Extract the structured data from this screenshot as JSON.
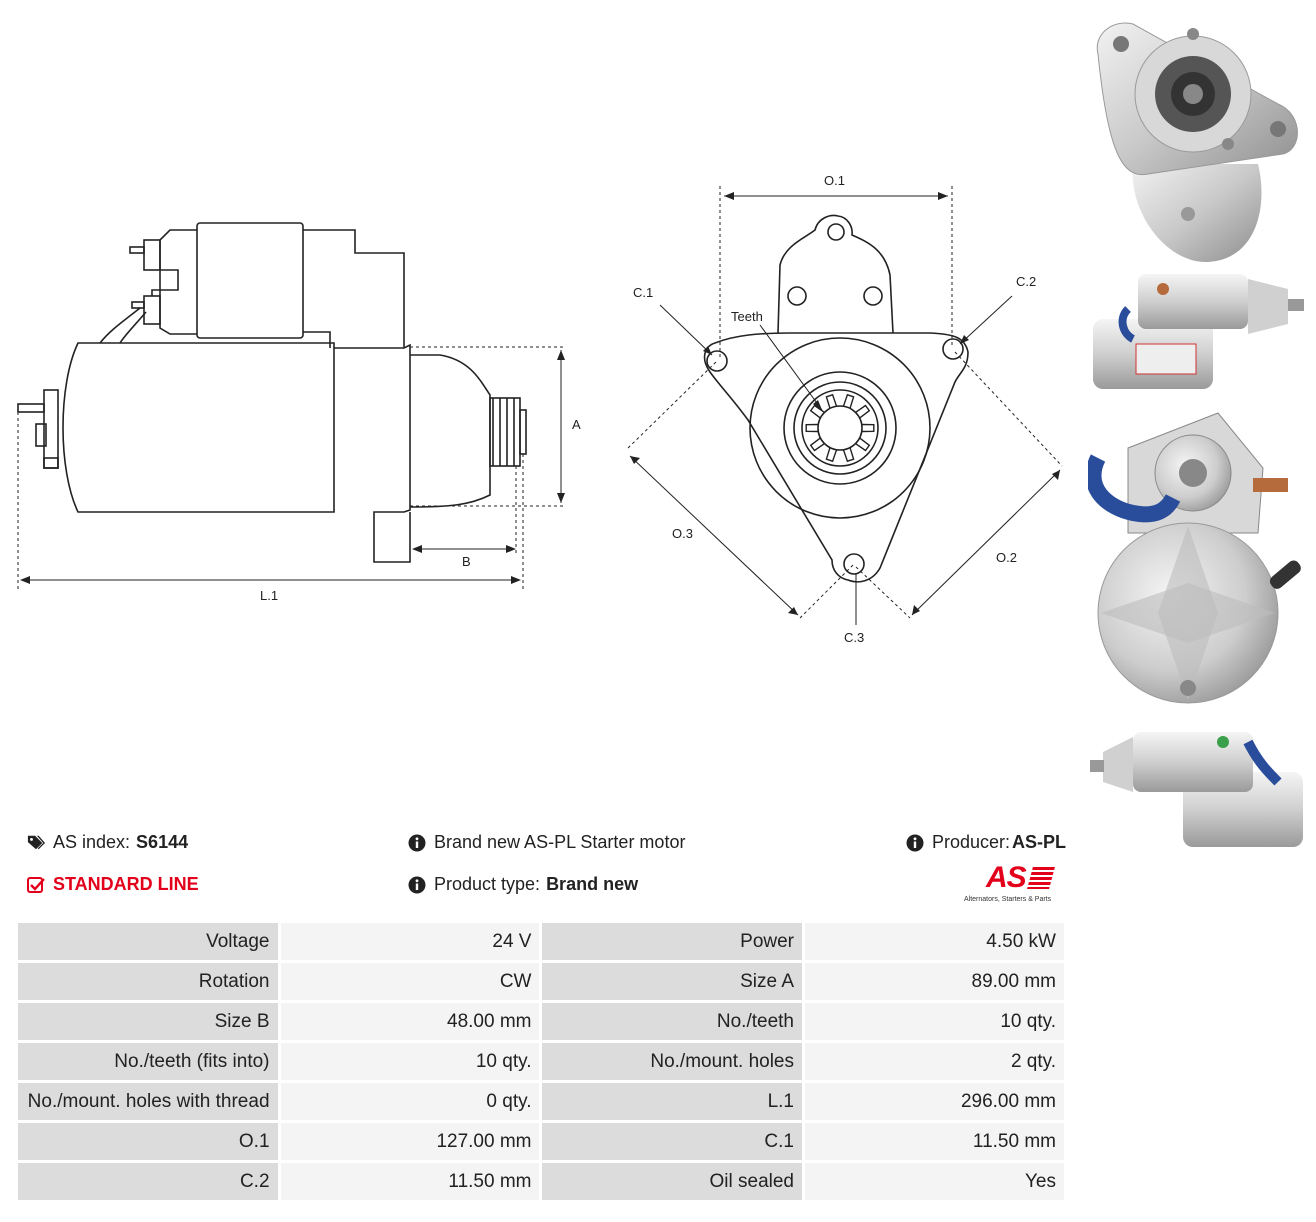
{
  "drawing": {
    "labels": {
      "a": "A",
      "b": "B",
      "l1": "L.1",
      "o1": "O.1",
      "o2": "O.2",
      "o3": "O.3",
      "c1": "C.1",
      "c2": "C.2",
      "c3": "C.3",
      "teeth": "Teeth"
    }
  },
  "info": {
    "as_index_label": "AS index:",
    "as_index_value": "S6144",
    "line": "STANDARD LINE",
    "description": "Brand new AS-PL Starter motor",
    "product_type_label": "Product type:",
    "product_type_value": "Brand new",
    "producer_label": "Producer:",
    "producer_value": "AS-PL"
  },
  "logo": {
    "text": "AS",
    "tagline": "Alternators, Starters & Parts"
  },
  "specs": [
    [
      "Voltage",
      "24 V",
      "Power",
      "4.50 kW"
    ],
    [
      "Rotation",
      "CW",
      "Size A",
      "89.00 mm"
    ],
    [
      "Size B",
      "48.00 mm",
      "No./teeth",
      "10 qty."
    ],
    [
      "No./teeth (fits into)",
      "10 qty.",
      "No./mount. holes",
      "2 qty."
    ],
    [
      "No./mount. holes with thread",
      "0 qty.",
      "L.1",
      "296.00 mm"
    ],
    [
      "O.1",
      "127.00 mm",
      "C.1",
      "11.50 mm"
    ],
    [
      "C.2",
      "11.50 mm",
      "Oil sealed",
      "Yes"
    ]
  ],
  "colors": {
    "accent_red": "#e3001b",
    "label_bg": "#dcdcdc",
    "value_bg": "#f4f4f4"
  }
}
